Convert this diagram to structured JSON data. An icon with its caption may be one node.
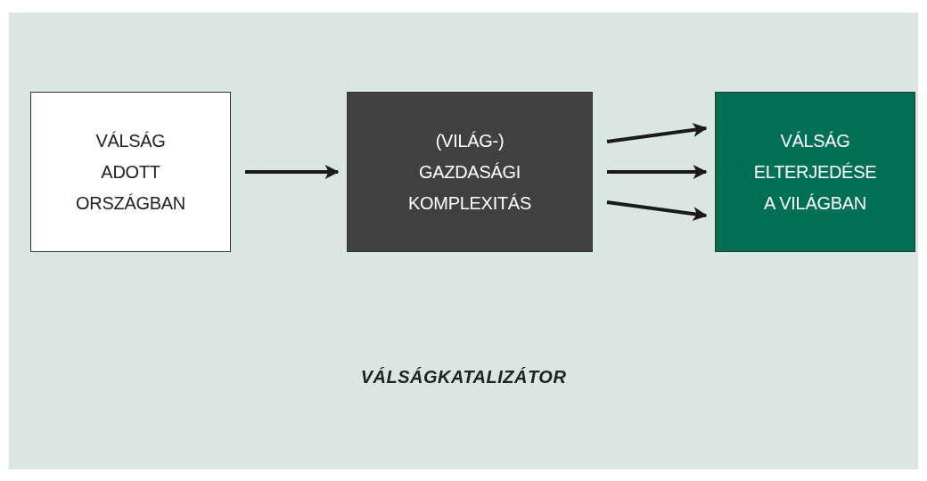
{
  "diagram": {
    "caption": "VÁLSÁGKATALIZÁTOR",
    "nodes": [
      {
        "text": [
          "VÁLSÁG ADOTT ORSZÁGBAN"
        ]
      },
      {
        "text": [
          "(VILÁG-) GAZDASÁGI KOMPLEXITÁS"
        ]
      },
      {
        "text": [
          "VÁLSÁG ELTERJEDÉSE A VILÁGBAN"
        ]
      }
    ],
    "edges": [
      {
        "from": 0,
        "to": 1,
        "arrow": "to"
      },
      {
        "from": 1,
        "to": 2,
        "arrow": "to"
      },
      {
        "from": 1,
        "to": 2,
        "arrow": "to"
      },
      {
        "from": 1,
        "to": 2,
        "arrow": "to"
      }
    ]
  }
}
